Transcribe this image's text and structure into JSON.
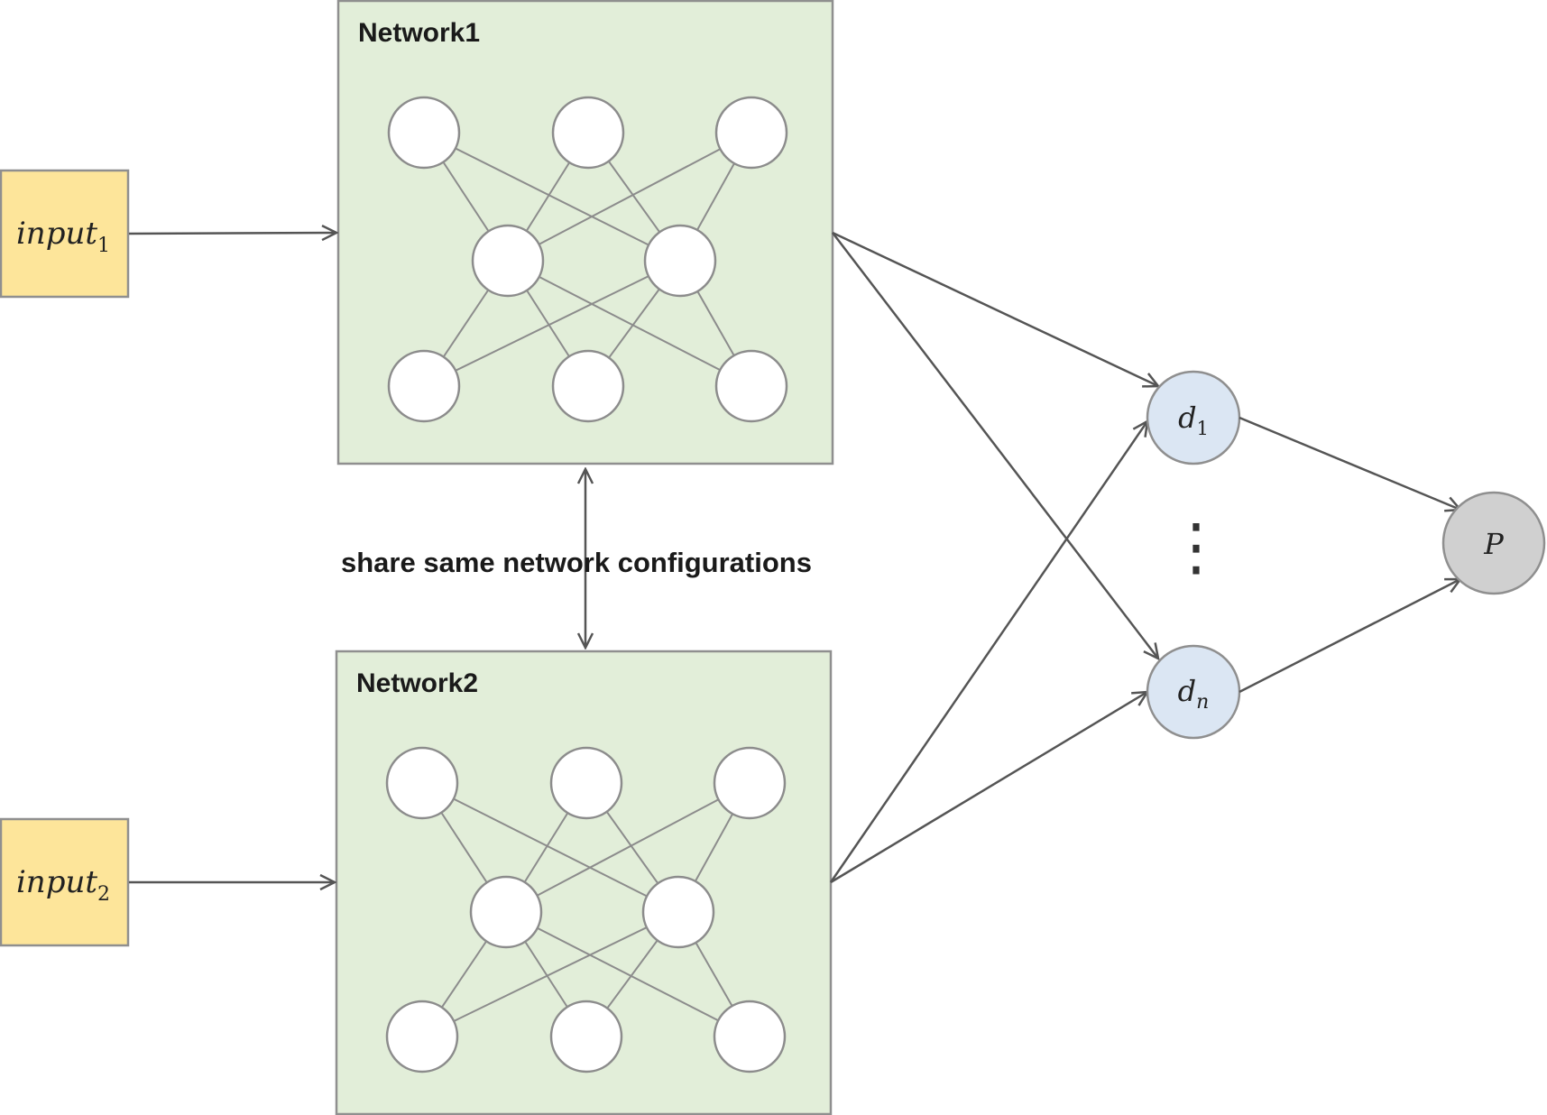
{
  "inputs": {
    "input1": {
      "base": "input",
      "sub": "1"
    },
    "input2": {
      "base": "input",
      "sub": "2"
    }
  },
  "networks": {
    "network1_title": "Network1",
    "network2_title": "Network2"
  },
  "share_label": "share same network configurations",
  "distances": {
    "d1": {
      "base": "d",
      "sub": "1"
    },
    "dn": {
      "base": "d",
      "sub": "n"
    },
    "ellipsis": "⋮"
  },
  "output": {
    "label": "P"
  },
  "colors": {
    "input_fill": "#fde59a",
    "input_stroke": "#8f8f8f",
    "network_fill": "#e2eed9",
    "network_stroke": "#8f8f8f",
    "distance_fill": "#dbe6f3",
    "output_fill": "#d0d0d0",
    "arrow": "#555555"
  }
}
